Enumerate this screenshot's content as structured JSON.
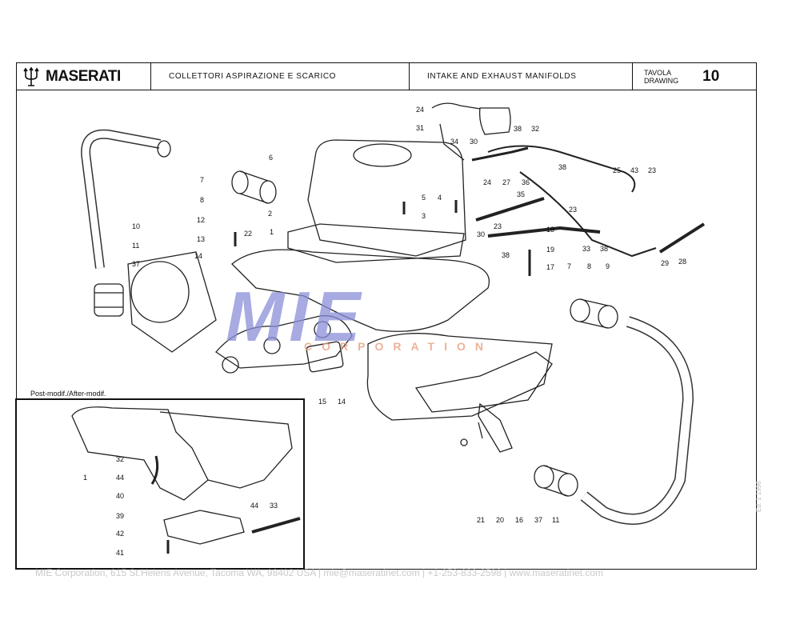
{
  "header": {
    "brand": "MASERATI",
    "title_it": "COLLETTORI ASPIRAZIONE E SCARICO",
    "title_en": "INTAKE AND EXHAUST MANIFOLDS",
    "drawing_label_it": "TAVOLA",
    "drawing_label_en": "DRAWING",
    "drawing_number": "10"
  },
  "inset": {
    "label": "Post-modif./After-modif.",
    "callouts": [
      "32",
      "44",
      "40",
      "39",
      "42",
      "41",
      "1",
      "44",
      "33"
    ]
  },
  "callouts": [
    "24",
    "31",
    "34",
    "30",
    "38",
    "32",
    "6",
    "5",
    "4",
    "3",
    "7",
    "8",
    "2",
    "1",
    "12",
    "13",
    "22",
    "14",
    "10",
    "11",
    "37",
    "38",
    "24",
    "27",
    "36",
    "25",
    "43",
    "23",
    "35",
    "23",
    "23",
    "30",
    "18",
    "33",
    "38",
    "28",
    "29",
    "19",
    "38",
    "17",
    "7",
    "8",
    "9",
    "15",
    "14",
    "21",
    "20",
    "16",
    "37",
    "11"
  ],
  "watermark": {
    "main": "MIE",
    "sub": "CORPORATION"
  },
  "footer": "MIE Corporation, 615 St.Helens Avenue, Tacoma WA, 98402 USA  |  mie@maseratinet.com  |  +1-253-833-2598  |  www.maseratinet.com",
  "side_note": "Ed. 1 1996"
}
